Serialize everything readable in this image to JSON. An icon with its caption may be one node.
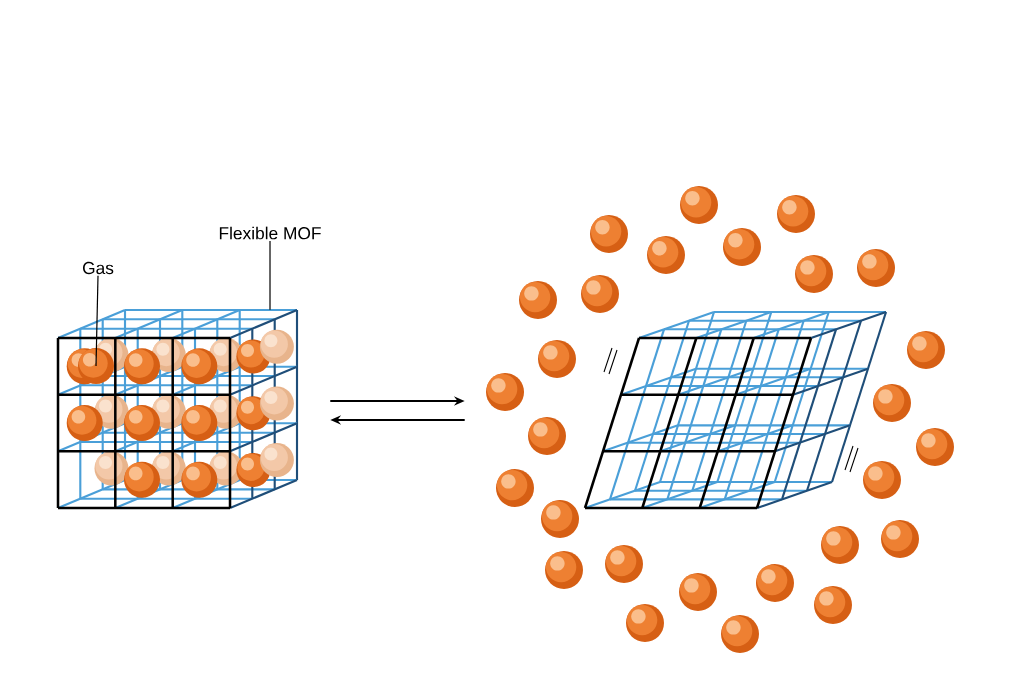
{
  "diagram": {
    "nodes": [
      {
        "text": [
          "Gas"
        ]
      },
      {
        "text": [
          "Flexible MOF"
        ]
      },
      {
        "text": [],
        "shape": "picture"
      },
      {
        "text": [],
        "shape": "circle",
        "in": 2
      },
      {
        "text": [],
        "shape": "picture"
      }
    ],
    "edges": [
      {
        "from": 0,
        "to": 3,
        "arrow": "none"
      },
      {
        "from": 1,
        "to": 2,
        "arrow": "none"
      },
      {
        "from": 2,
        "to": 4,
        "arrow": "to"
      },
      {
        "from": 4,
        "to": 2,
        "arrow": "to"
      }
    ]
  }
}
